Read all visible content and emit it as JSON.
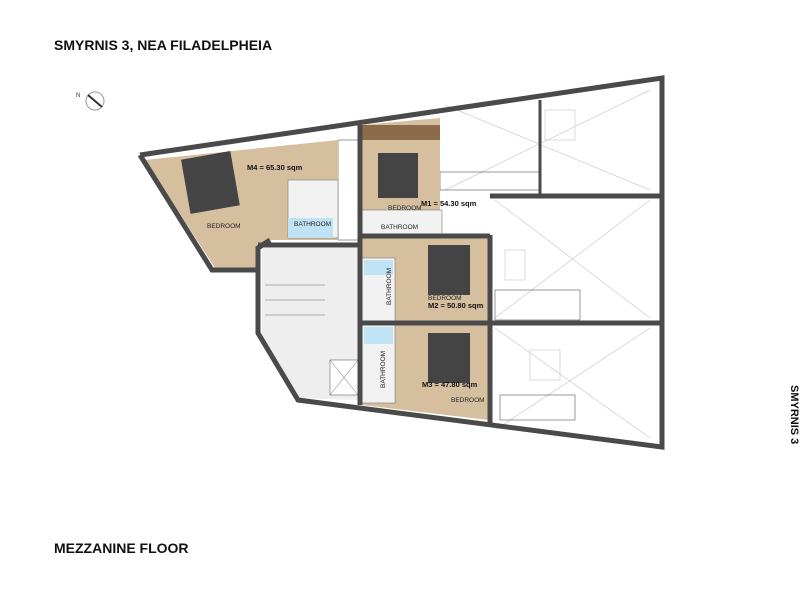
{
  "header": {
    "title": "SMYRNIS 3, NEA FILADELPHEIA"
  },
  "footer": {
    "floor_label": "MEZZANINE FLOOR"
  },
  "side_label": "SMYRNIS 3",
  "compass": {
    "label": "N"
  },
  "units": [
    {
      "area_label": "M4 = 65.30 sqm",
      "bedroom": "BEDROOM",
      "bathroom": "BATHROOM"
    },
    {
      "area_label": "M1 = 54.30 sqm",
      "bedroom": "BEDROOM",
      "bathroom": "BATHROOM"
    },
    {
      "area_label": "M2 = 50.80 sqm",
      "bedroom": "BEDROOM",
      "bathroom": "BATHROOM"
    },
    {
      "area_label": "M3 = 47.80 sqm",
      "bedroom": "BEDROOM",
      "bathroom": "BATHROOM"
    }
  ],
  "colors": {
    "wall": "#4a4a4a",
    "wood": "#d6bf9f",
    "dark_wood": "#8c6b4a",
    "tile": "#bfe3f5",
    "floor_grey": "#eeeeee"
  }
}
